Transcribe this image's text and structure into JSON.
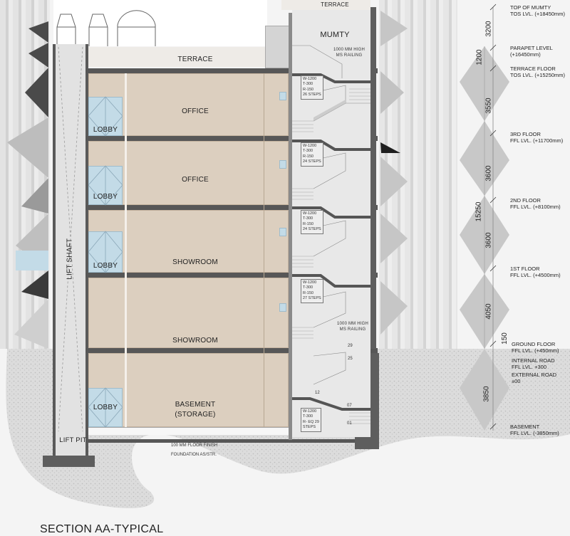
{
  "title": "SECTION AA-TYPICAL",
  "colors": {
    "slab": "#575757",
    "floor_fill": "#dccfbf",
    "lobby_fill": "#c3dbe7",
    "terrace_fill": "#eeebe7",
    "stair_fill": "#e8e8e8",
    "soil_fill": "#dcdcdc",
    "background": "#f4f4f4"
  },
  "rooms": {
    "terrace_top": "TERRACE",
    "terrace": "TERRACE",
    "mumty": "MUMTY",
    "office_3": "OFFICE",
    "office_2": "OFFICE",
    "showroom_1": "SHOWROOM",
    "showroom_g": "SHOWROOM",
    "basement": "BASEMENT\n(STORAGE)",
    "lobby_3": "LOBBY",
    "lobby_2": "LOBBY",
    "lobby_1": "LOBBY",
    "lobby_b": "LOBBY",
    "lift_shaft": "LIFT SHAFT",
    "lift_pit": "LIFT PIT"
  },
  "notes": {
    "railing_top": "1000 MM HIGH\nMS RAILING",
    "railing_ground": "1000 MM HIGH\nMS RAILING",
    "floor_finish": "100 MM FLOOR FINISH",
    "foundation": "FOUNDATION AS/STR."
  },
  "stair_specs": [
    {
      "text": "W-1200\nT-300\nR-150\n26 STEPS"
    },
    {
      "text": "W-1200\nT-300\nR-150\n24 STEPS"
    },
    {
      "text": "W-1200\nT-300\nR-150\n24 STEPS"
    },
    {
      "text": "W-1200\nT-300\nR-150\n27 STEPS"
    },
    {
      "text": "W-1200\nT-300\nR- EQ 29\nSTEPS"
    }
  ],
  "step_numbers": {
    "n29": "29",
    "n25": "25",
    "n12": "12",
    "n07": "07",
    "n01": "01"
  },
  "levels": [
    {
      "name": "TOP OF MUMTY",
      "value": "TOS LVL. (+18450mm)"
    },
    {
      "name": "PARAPET LEVEL",
      "value": "(+16450mm)"
    },
    {
      "name": "TERRACE FLOOR",
      "value": "TOS LVL. (+15250mm)"
    },
    {
      "name": "3RD FLOOR",
      "value": "FFL LVL. (+11700mm)"
    },
    {
      "name": "2ND FLOOR",
      "value": "FFL LVL. (+8100mm)"
    },
    {
      "name": "1ST FLOOR",
      "value": "FFL LVL. (+4500mm)"
    },
    {
      "name": "GROUND FLOOR",
      "value": "FFL LVL. (+450mm)"
    },
    {
      "name": "INTERNAL ROAD",
      "value": "FFL LVL. +300"
    },
    {
      "name": "EXTERNAL ROAD",
      "value": "±00"
    },
    {
      "name": "BASEMENT",
      "value": "FFL LVL. (-3850mm)"
    }
  ],
  "dimensions": {
    "mumty": "3200",
    "parapet": "1200",
    "third": "3550",
    "second": "3600",
    "overall": "15250",
    "first": "3600",
    "ground": "4050",
    "plinth": "150",
    "basement": "3850"
  }
}
